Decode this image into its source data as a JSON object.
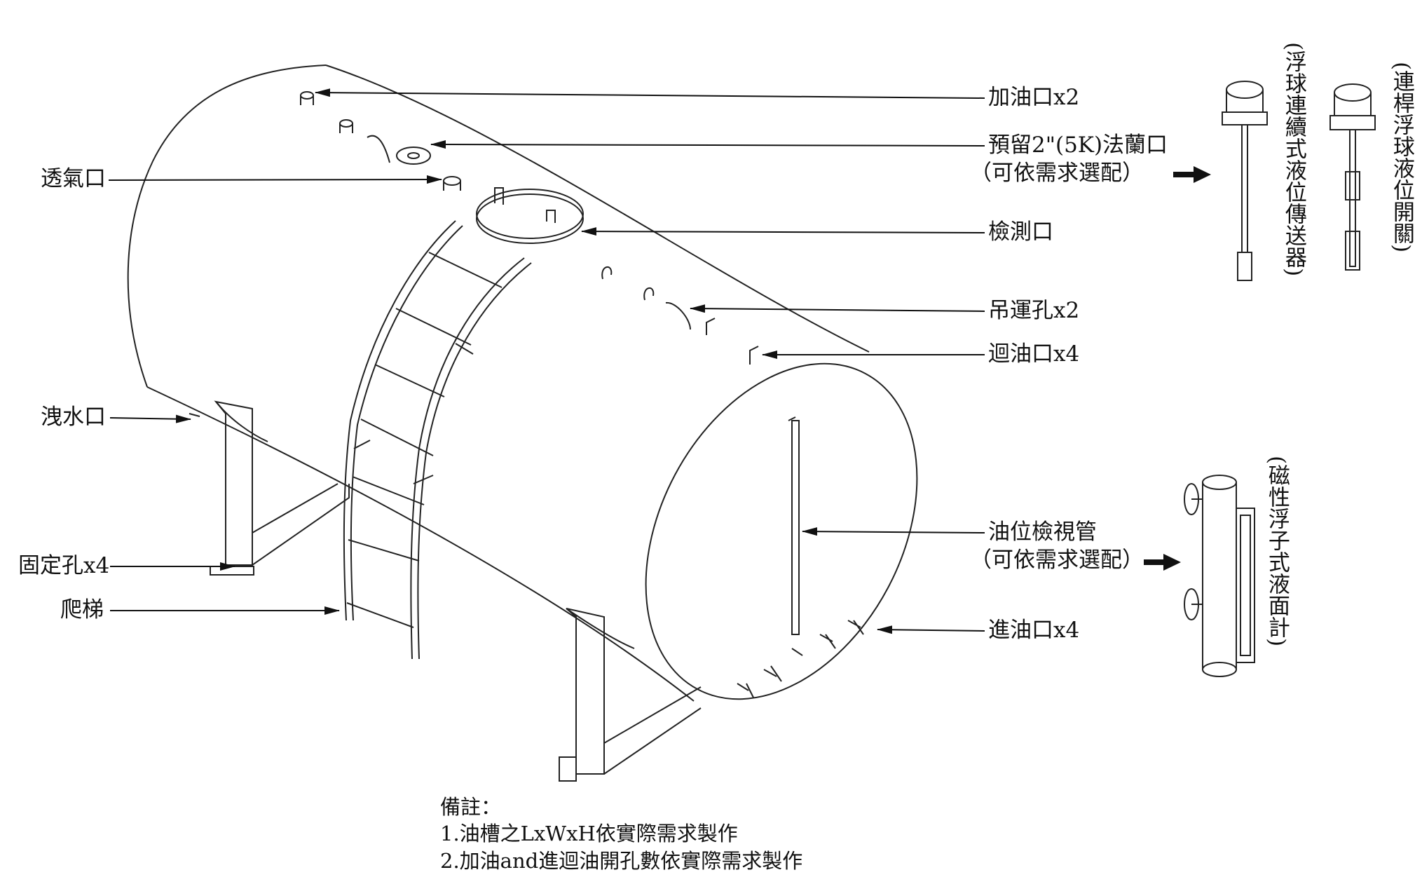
{
  "callouts": {
    "fill_port": "加油口x2",
    "reserved_flange": "預留2\"(5K)法蘭口",
    "reserved_flange_note": "（可依需求選配）",
    "vent": "透氣口",
    "inspection_port": "檢測口",
    "lifting_hole": "吊運孔x2",
    "return_port": "迴油口x4",
    "drain_port": "洩水口",
    "sight_tube": "油位檢視管",
    "sight_tube_note": "（可依需求選配）",
    "fixing_hole": "固定孔x4",
    "ladder": "爬梯",
    "inlet_port": "進油口x4"
  },
  "options": {
    "continuous_float_transmitter": "(浮球連續式液位傳送器)",
    "rod_float_switch": "(連桿浮球液位開關)",
    "magnetic_float_gauge": "(磁性浮子式液面計)"
  },
  "notes": {
    "heading": "備註：",
    "line1": "1.油槽之LxWxH依實際需求製作",
    "line2": "2.加油and進迴油開孔數依實際需求製作"
  }
}
